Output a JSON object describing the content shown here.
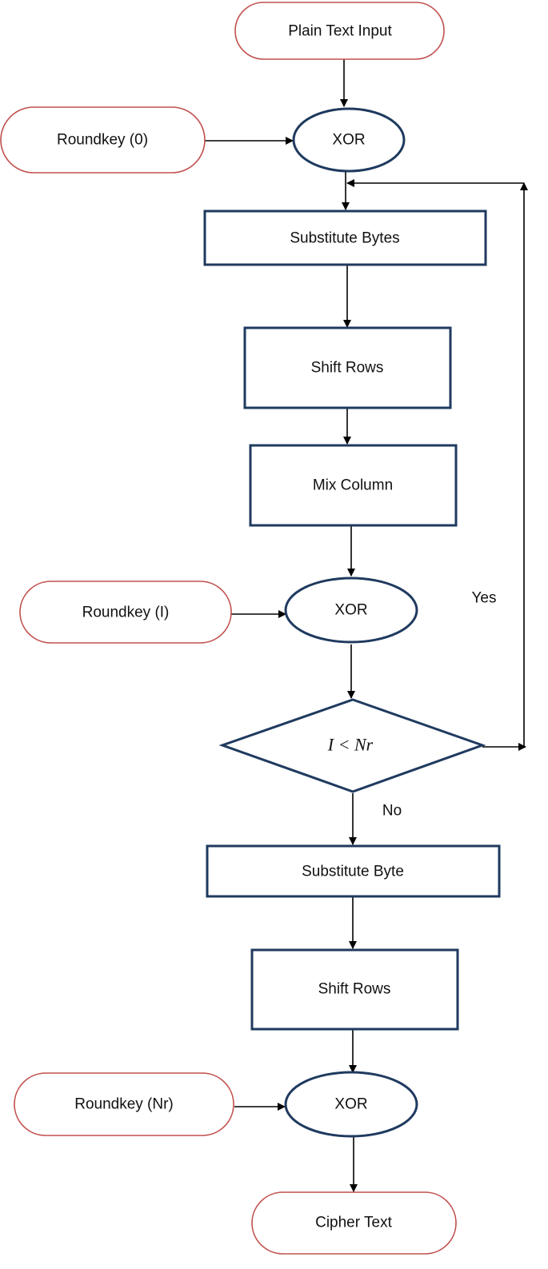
{
  "diagram": {
    "nodes": {
      "plain_text_input": "Plain Text Input",
      "roundkey_0": "Roundkey (0)",
      "xor_initial": "XOR",
      "substitute_bytes": "Substitute Bytes",
      "shift_rows_loop": "Shift Rows",
      "mix_column": "Mix Column",
      "roundkey_i": "Roundkey (I)",
      "xor_round": "XOR",
      "decision": "I < Nr",
      "substitute_byte_final": "Substitute Byte",
      "shift_rows_final": "Shift Rows",
      "roundkey_nr": "Roundkey (Nr)",
      "xor_final": "XOR",
      "cipher_text": "Cipher Text"
    },
    "edge_labels": {
      "yes": "Yes",
      "no": "No"
    },
    "colors": {
      "terminal_border": "#c0504d",
      "process_border": "#1f3a5f",
      "arrow": "#000000"
    }
  }
}
